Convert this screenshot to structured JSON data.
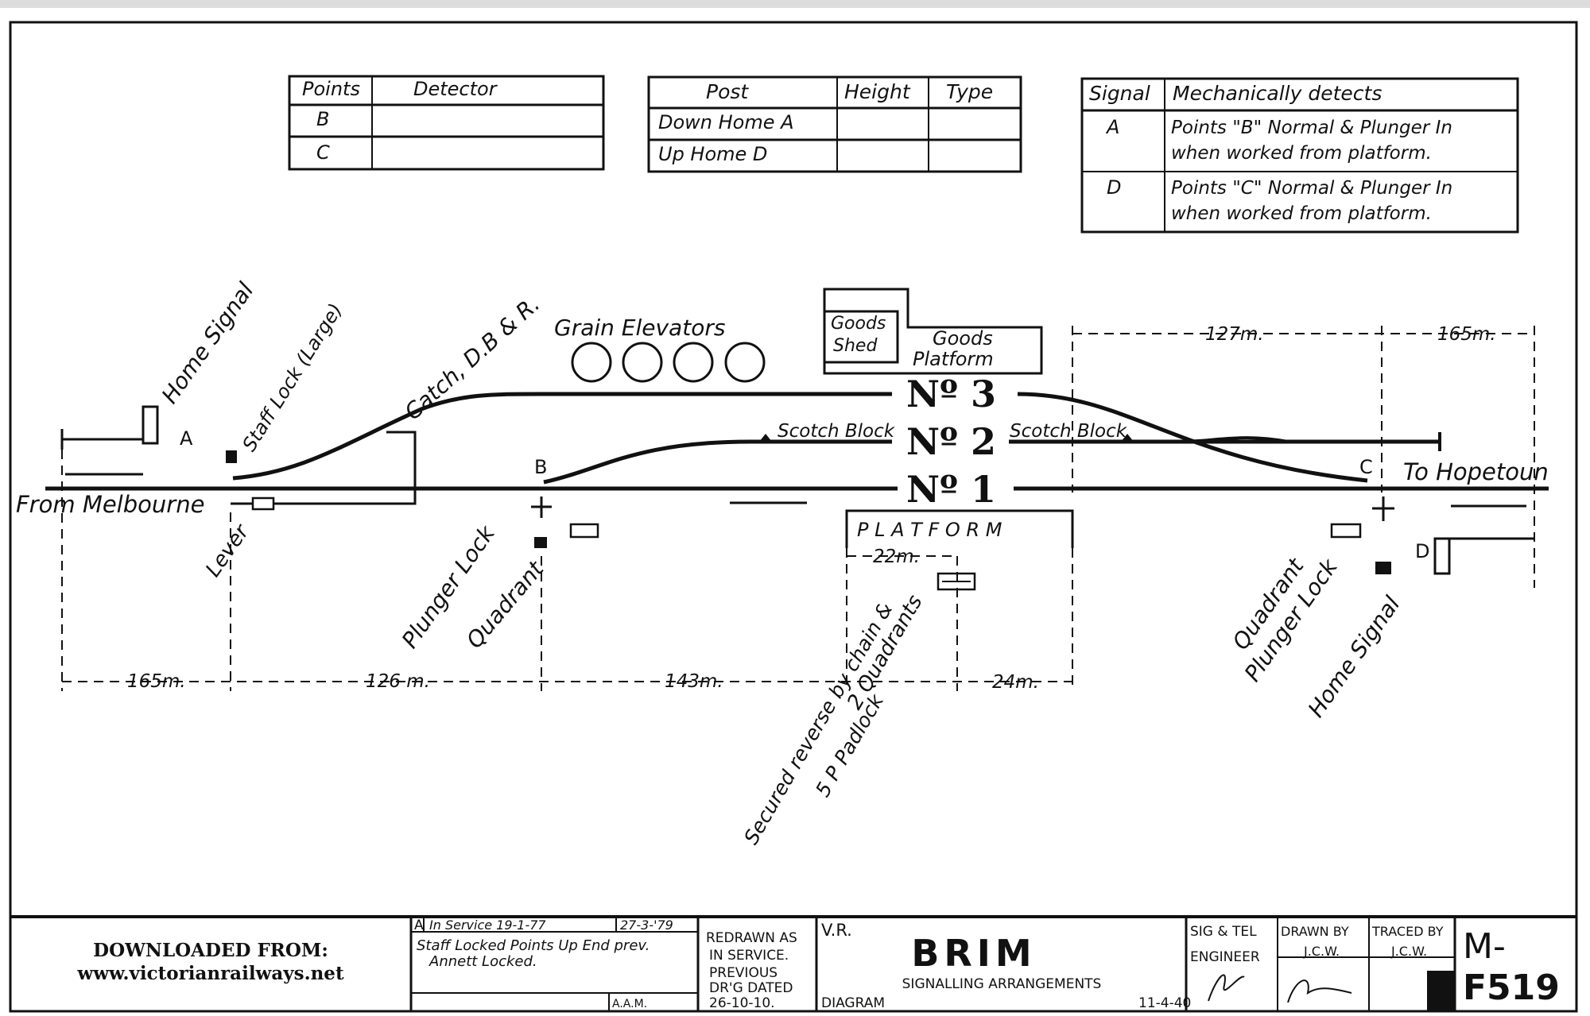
{
  "tables": {
    "points_detector": {
      "headers": [
        "Points",
        "Detector"
      ],
      "rows": [
        [
          "B",
          ""
        ],
        [
          "C",
          ""
        ]
      ]
    },
    "posts": {
      "headers": [
        "Post",
        "Height",
        "Type"
      ],
      "rows": [
        [
          "Down Home A",
          "",
          ""
        ],
        [
          "Up Home D",
          "",
          ""
        ]
      ]
    },
    "signals": {
      "headers": [
        "Signal",
        "Mechanically detects"
      ],
      "rows": [
        {
          "signal": "A",
          "line1": "Points \"B\" Normal & Plunger In",
          "line2": "when worked from platform."
        },
        {
          "signal": "D",
          "line1": "Points \"C\" Normal & Plunger In",
          "line2": "when worked from platform."
        }
      ]
    }
  },
  "diagram": {
    "tracks": [
      "Nº 3",
      "Nº 2",
      "Nº 1"
    ],
    "labels": {
      "home_signal_left": "Home Signal",
      "staff_lock": "Staff Lock (Large)",
      "catch": "Catch, D.B & R.",
      "grain_elevators": "Grain Elevators",
      "goods_shed_1": "Goods",
      "goods_shed_2": "Shed",
      "goods_platform_1": "Goods",
      "goods_platform_2": "Platform",
      "scotch_block_left": "Scotch Block",
      "scotch_block_right": "Scotch Block",
      "from": "From Melbourne",
      "to": "To Hopetoun",
      "lever": "Lever",
      "plunger_lock_left": "Plunger Lock",
      "quadrant_left": "Quadrant",
      "platform": "P L A T F O R M",
      "two_quadrants": "2 Quadrants",
      "secured_1": "Secured reverse by chain &",
      "secured_2": "5 P Padlock",
      "quadrant_right": "Quadrant",
      "plunger_lock_right": "Plunger Lock",
      "home_signal_right": "Home Signal",
      "sig_a": "A",
      "pts_b": "B",
      "pts_c": "C",
      "sig_d": "D"
    },
    "dimensions": [
      "165m.",
      "126 m.",
      "143m.",
      "24m.",
      "22m.",
      "127m.",
      "165m."
    ]
  },
  "title_block": {
    "download_1": "DOWNLOADED FROM:",
    "download_2": "www.victorianrailways.net",
    "rev_letter": "A",
    "rev_text": "In Service 19-1-77",
    "rev_date": "27-3-'79",
    "rev_note_1": "Staff Locked Points Up End prev.",
    "rev_note_2": "Annett Locked.",
    "rev_initials": "A.A.M.",
    "redrawn": [
      "REDRAWN AS",
      "IN SERVICE.",
      "PREVIOUS",
      "DR'G DATED",
      "26-10-10."
    ],
    "vr": "V.R.",
    "station": "BRIM",
    "subtitle": "SIGNALLING ARRANGEMENTS",
    "diagram": "DIAGRAM",
    "date": "11-4-40",
    "sig_tel_1": "SIG & TEL",
    "sig_tel_2": "ENGINEER",
    "drawn_by": "DRAWN BY",
    "drawn_name": "J.C.W.",
    "traced_by": "TRACED BY",
    "traced_name": "J.C.W.",
    "number_1": "M-",
    "number_2": "F519"
  }
}
